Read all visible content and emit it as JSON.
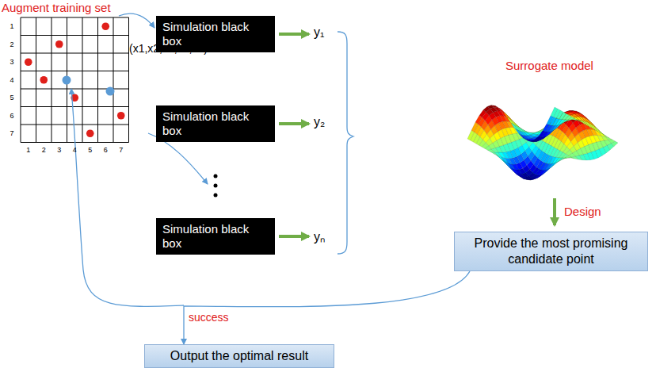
{
  "diagram": {
    "title": "Augment training set",
    "nodes": [
      {
        "text": [
          "Simulation black box"
        ]
      },
      {
        "text": [
          "Simulation black box"
        ]
      },
      {
        "text": [
          "Simulation black box"
        ]
      },
      {
        "text": [
          "Provide the most promising candidate point"
        ]
      },
      {
        "text": [
          "Output the optimal result"
        ]
      }
    ],
    "edges": [
      {
        "from": 3,
        "to": 4,
        "label": "success",
        "arrow": "to"
      }
    ],
    "labels": [
      "1",
      "2",
      "3",
      "4",
      "5",
      "6",
      "7",
      "1",
      "2",
      "3",
      "4",
      "5",
      "6",
      "7",
      "(x1,x2,x3,x4,x5)",
      "y₁",
      "y₂",
      "yₙ",
      "Surrogate model",
      "Design"
    ]
  }
}
